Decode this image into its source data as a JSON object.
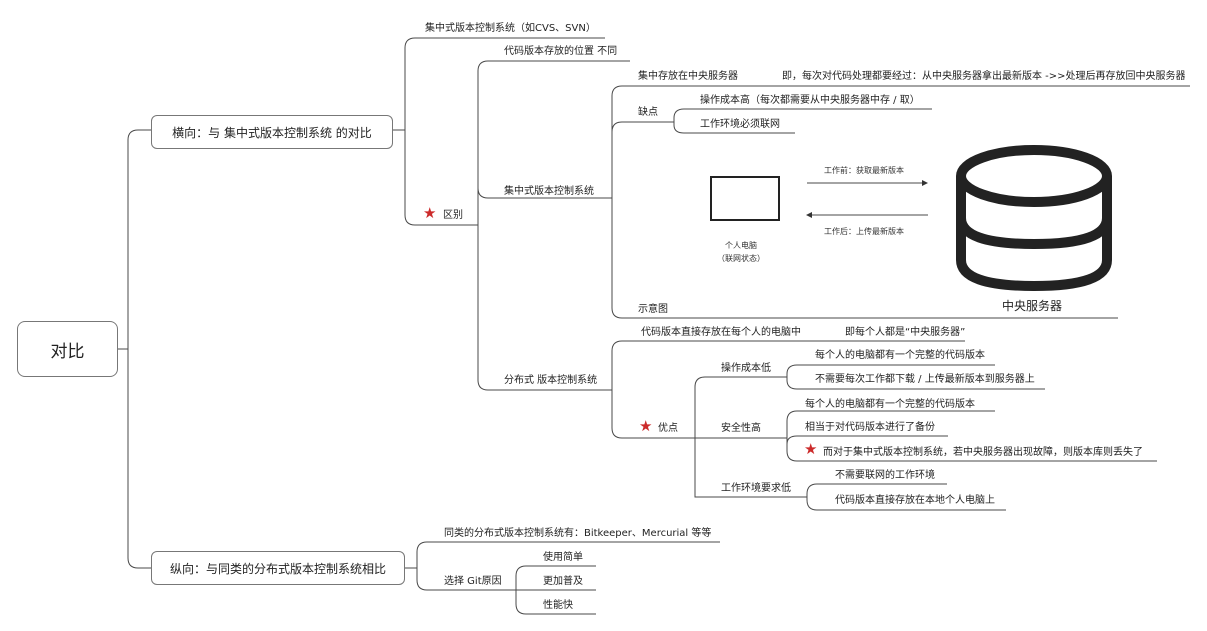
{
  "root": "对比",
  "horizontal": {
    "title": "横向：与 集中式版本控制系统 的对比",
    "examples": "集中式版本控制系统（如CVS、SVN）",
    "difference": "区别",
    "storage": "代码版本存放的位置 不同",
    "centralized": {
      "label": "集中式版本控制系统",
      "store": "集中存放在中央服务器",
      "store_note": "即，每次对代码处理都要经过：从中央服务器拿出最新版本 ->>处理后再存放回中央服务器",
      "cons": "缺点",
      "cons_items": [
        "操作成本高（每次都需要从中央服务器中存 / 取）",
        "工作环境必须联网"
      ],
      "diagram": {
        "label": "示意图",
        "before": "工作前：获取最新版本",
        "after": "工作后：上传最新版本",
        "pc": "个人电脑",
        "pc_status": "（联网状态）",
        "server": "中央服务器"
      }
    },
    "distributed": {
      "label": "分布式 版本控制系统",
      "store": "代码版本直接存放在每个人的电脑中",
      "store_note": "即每个人都是“中央服务器”",
      "pros": "优点",
      "low_cost": "操作成本低",
      "low_cost_items": [
        "每个人的电脑都有一个完整的代码版本",
        "不需要每次工作都下载 / 上传最新版本到服务器上"
      ],
      "security": "安全性高",
      "security_items": [
        "每个人的电脑都有一个完整的代码版本",
        "相当于对代码版本进行了备份",
        "而对于集中式版本控制系统，若中央服务器出现故障，则版本库则丢失了"
      ],
      "env": "工作环境要求低",
      "env_items": [
        "不需要联网的工作环境",
        "代码版本直接存放在本地个人电脑上"
      ]
    }
  },
  "vertical": {
    "title": "纵向：与同类的分布式版本控制系统相比",
    "peers": "同类的分布式版本控制系统有：Bitkeeper、Mercurial 等等",
    "reason": "选择 Git原因",
    "reasons": [
      "使用简单",
      "更加普及",
      "性能快"
    ]
  }
}
